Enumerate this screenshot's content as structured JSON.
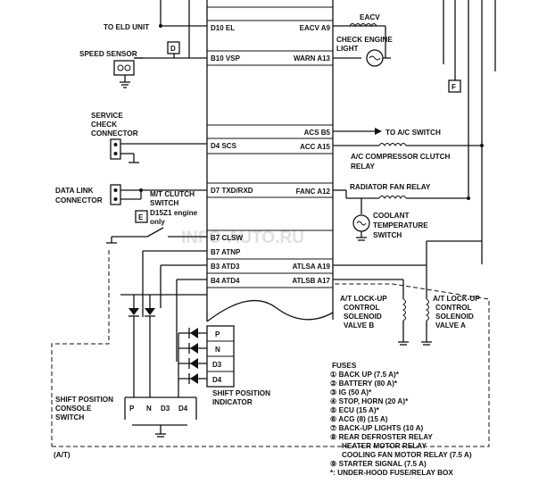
{
  "watermark": "INFO-AUTO.RU",
  "ecu_left_pins": [
    "D10 EL",
    "B10 VSP",
    "D4 SCS",
    "D7 TXD/RXD",
    "B7 CLSW",
    "B7 ATNP",
    "B3 ATD3",
    "B4 ATD4"
  ],
  "ecu_right_pins": [
    "EACV A9",
    "WARN A13",
    "ACS B5",
    "ACC A15",
    "FANC A12",
    "ATLSA A19",
    "ATLSB A17"
  ],
  "labels": {
    "eld": "TO ELD UNIT",
    "speed_sensor": "SPEED SENSOR",
    "service_check": [
      "SERVICE",
      "CHECK",
      "CONNECTOR"
    ],
    "data_link": [
      "DATA LINK",
      "CONNECTOR"
    ],
    "mt_clutch": [
      "M/T CLUTCH",
      "SWITCH",
      "D15Z1 engine",
      "only"
    ],
    "eacv": "EACV",
    "check_engine": [
      "CHECK ENGINE",
      "LIGHT"
    ],
    "ac_switch": "TO A/C SWITCH",
    "ac_relay": [
      "A/C COMPRESSOR CLUTCH",
      "RELAY"
    ],
    "radiator_relay": "RADIATOR FAN RELAY",
    "coolant_switch": [
      "COOLANT",
      "TEMPERATURE",
      "SWITCH"
    ],
    "lockup_b": [
      "A/T LOCK-UP",
      "CONTROL",
      "SOLENOID",
      "VALVE B"
    ],
    "lockup_a": [
      "A/T LOCK-UP",
      "CONTROL",
      "SOLENOID",
      "VALVE A"
    ],
    "shift_indicator": [
      "SHIFT POSITION",
      "INDICATOR"
    ],
    "shift_switch": [
      "SHIFT POSITION",
      "CONSOLE",
      "SWITCH"
    ],
    "at_note": "(A/T)"
  },
  "connector_tags": [
    "D",
    "E",
    "F"
  ],
  "indicator_positions": [
    "P",
    "N",
    "D3",
    "D4"
  ],
  "switch_positions": [
    "P",
    "N",
    "D3",
    "D4"
  ],
  "fuses": {
    "title": "FUSES",
    "items": [
      "① BACK UP (7.5 A)*",
      "② BATTERY (80 A)*",
      "③ IG (50 A)*",
      "④ STOP, HORN (20 A)*",
      "⑤ ECU (15 A)*",
      "⑥ ACG (8) (15 A)",
      "⑦ BACK-UP LIGHTS (10 A)",
      "⑧ REAR DEFROSTER RELAY",
      "HEATER MOTOR RELAY",
      "COOLING FAN MOTOR RELAY (7.5 A)",
      "⑨ STARTER SIGNAL (7.5 A)",
      "*: UNDER-HOOD FUSE/RELAY BOX"
    ]
  }
}
